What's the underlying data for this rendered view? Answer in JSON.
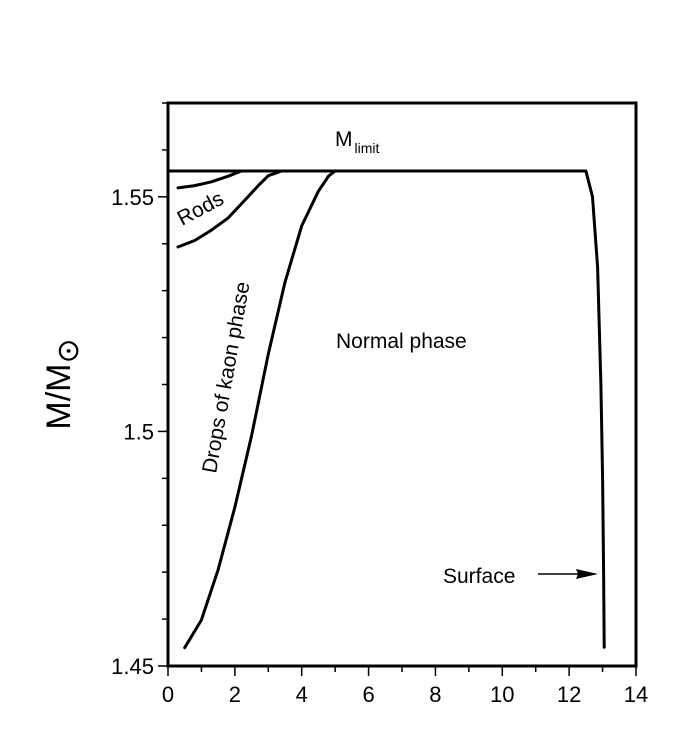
{
  "chart_data": {
    "type": "line",
    "title": "",
    "xlabel": "",
    "ylabel": "M/M",
    "ylabel_symbol": "⊙",
    "xlim": [
      0,
      14
    ],
    "ylim": [
      1.45,
      1.57
    ],
    "x_ticks": [
      0,
      2,
      4,
      6,
      8,
      10,
      12,
      14
    ],
    "y_ticks": [
      1.45,
      1.5,
      1.55
    ],
    "y_tick_labels": [
      "1.45",
      "1.5",
      "1.55"
    ],
    "grid": false,
    "annotations": {
      "m_limit_main": "M",
      "m_limit_sub": "limit",
      "rods": "Rods",
      "drops": "Drops of kaon phase",
      "normal": "Normal phase",
      "surface": "Surface"
    },
    "series": [
      {
        "points": [
          [
            0,
            1.5555
          ],
          [
            12.5,
            1.5555
          ],
          [
            12.7,
            1.55
          ],
          [
            12.85,
            1.535
          ],
          [
            12.95,
            1.51
          ],
          [
            13.0,
            1.49
          ],
          [
            13.03,
            1.47
          ],
          [
            13.05,
            1.454
          ]
        ]
      },
      {
        "points": [
          [
            0.3,
            1.5519
          ],
          [
            0.8,
            1.5524
          ],
          [
            1.3,
            1.5532
          ],
          [
            1.8,
            1.5544
          ],
          [
            2.2,
            1.5555
          ]
        ]
      },
      {
        "points": [
          [
            0.3,
            1.5393
          ],
          [
            0.8,
            1.5407
          ],
          [
            1.3,
            1.5429
          ],
          [
            1.8,
            1.5455
          ],
          [
            2.3,
            1.5493
          ],
          [
            2.7,
            1.5524
          ],
          [
            3.0,
            1.5545
          ],
          [
            3.4,
            1.5555
          ]
        ]
      },
      {
        "points": [
          [
            0.5,
            1.4539
          ],
          [
            1.0,
            1.4598
          ],
          [
            1.5,
            1.4705
          ],
          [
            2.0,
            1.4839
          ],
          [
            2.5,
            1.4991
          ],
          [
            3.0,
            1.5165
          ],
          [
            3.5,
            1.5318
          ],
          [
            4.0,
            1.5438
          ],
          [
            4.5,
            1.5512
          ],
          [
            4.8,
            1.5544
          ],
          [
            5.0,
            1.5555
          ]
        ]
      }
    ]
  }
}
